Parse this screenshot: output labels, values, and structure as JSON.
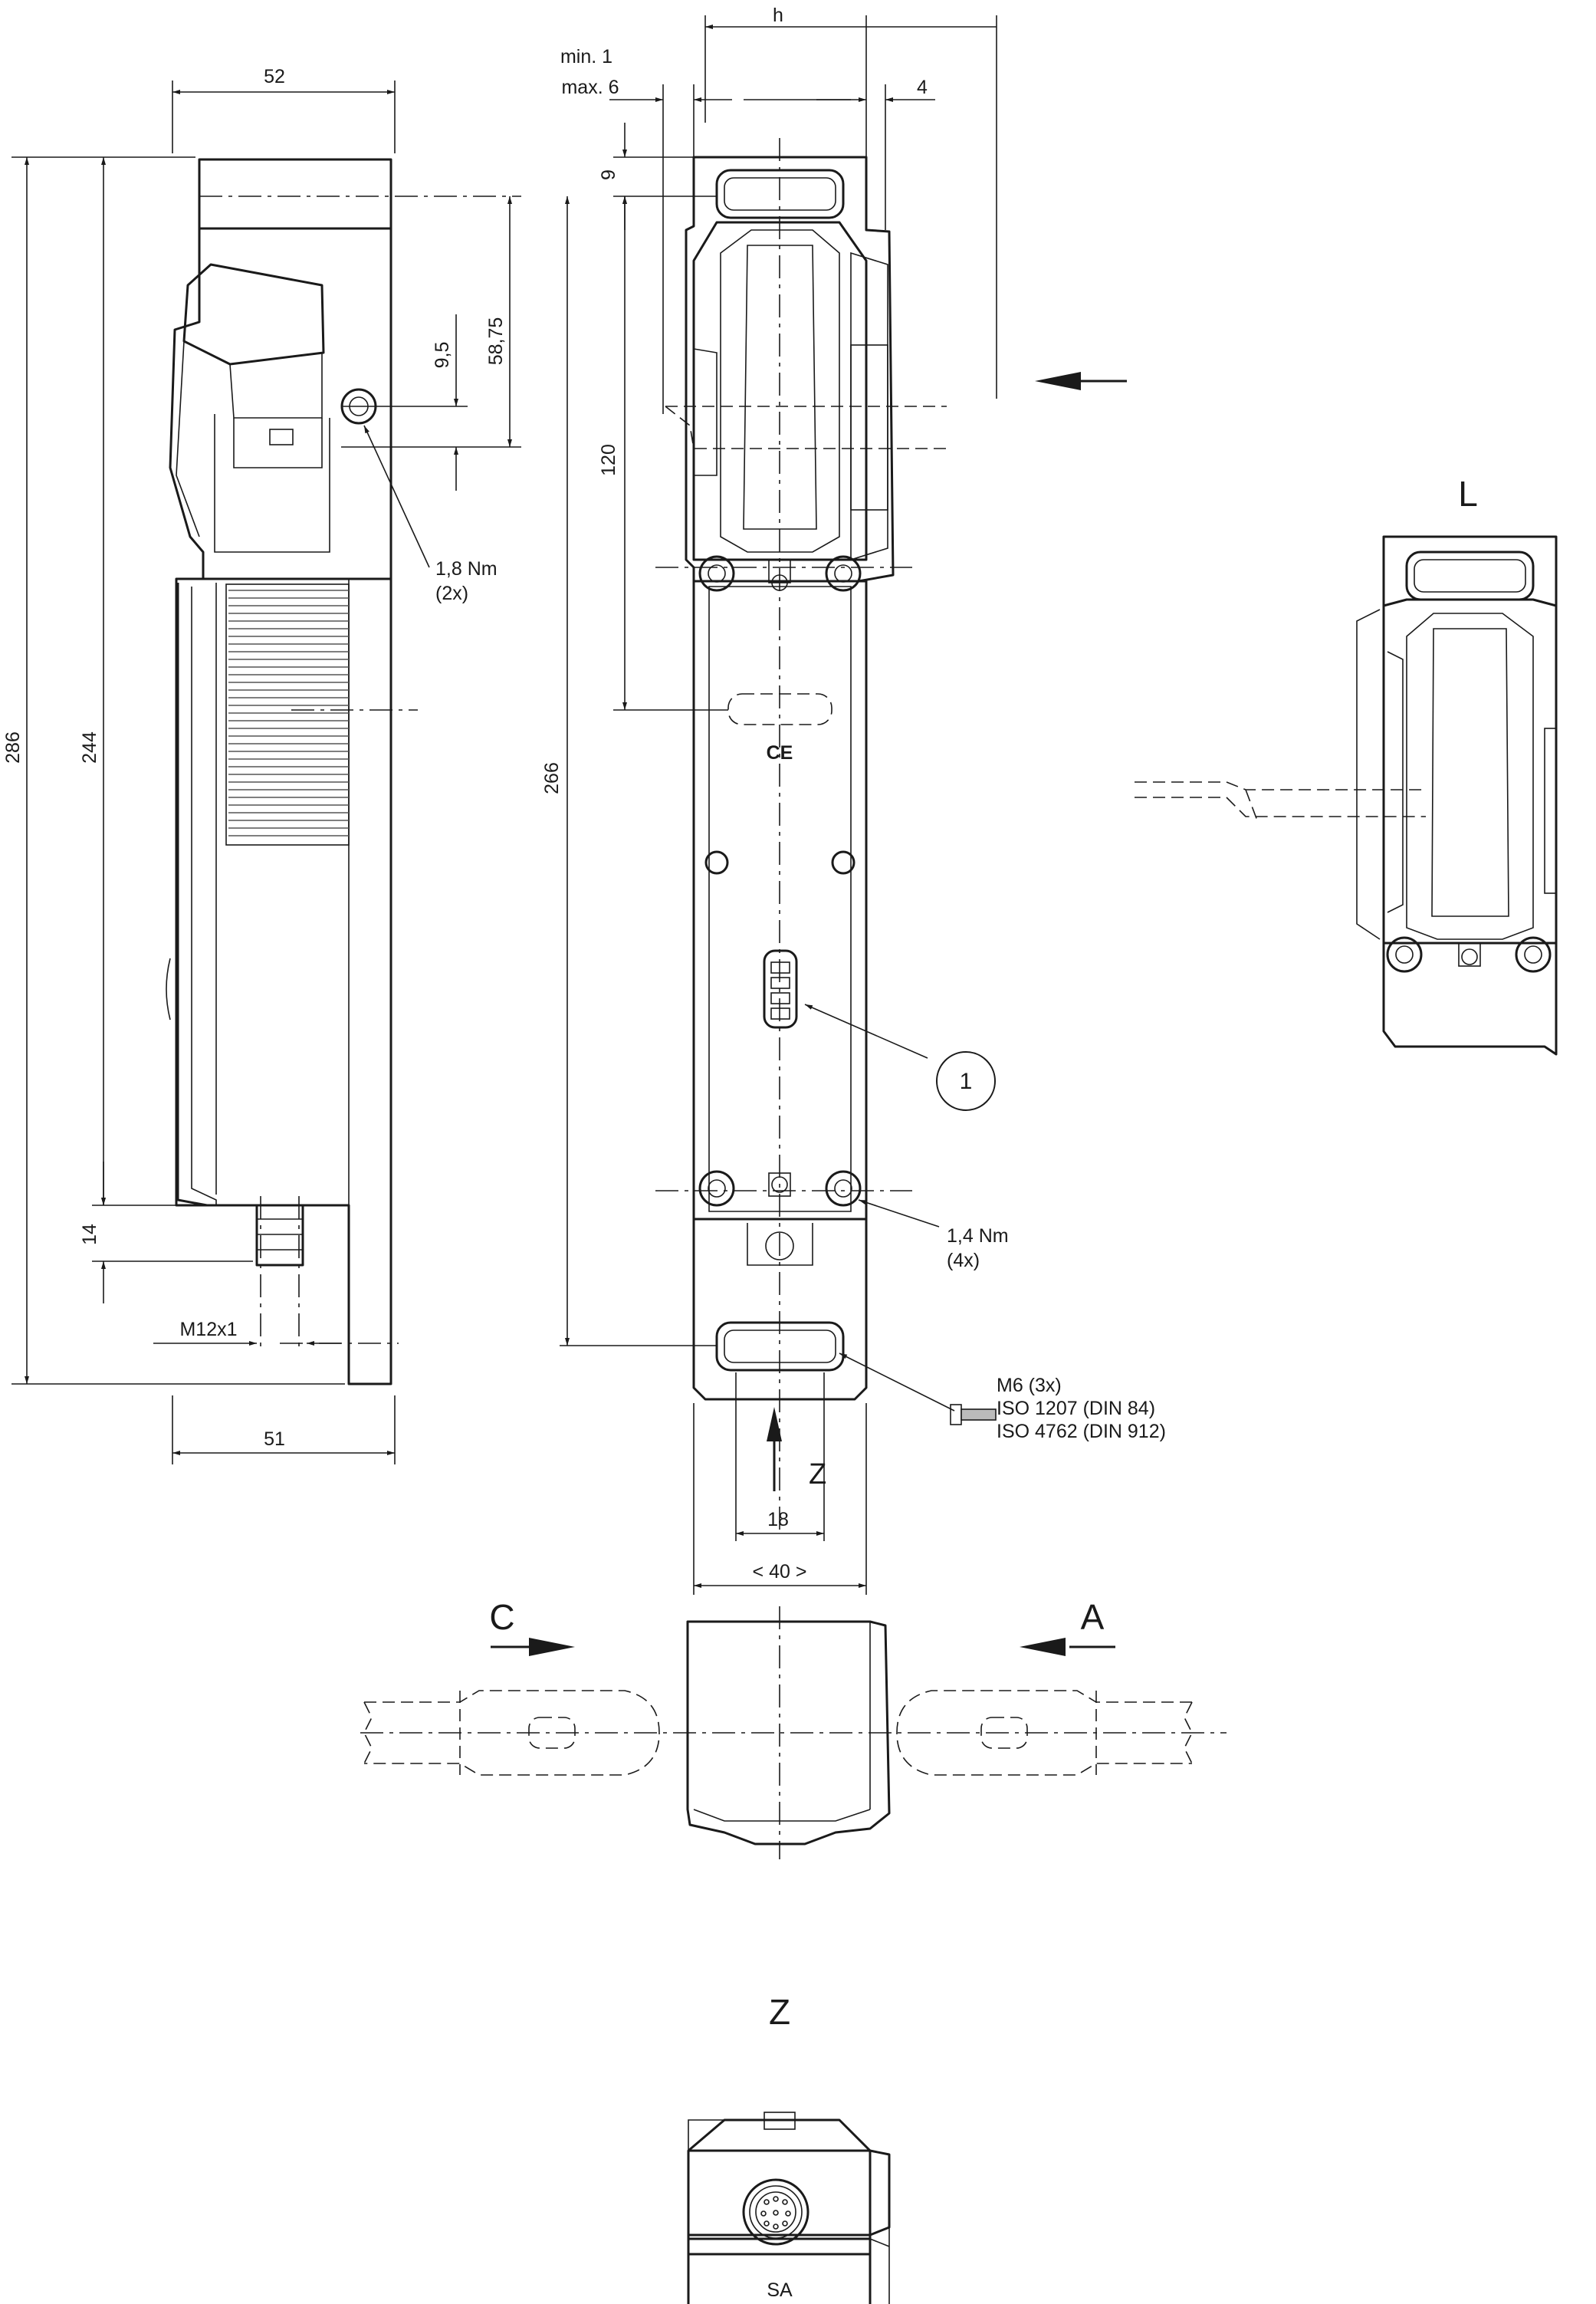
{
  "dimensions": {
    "width_top": "52",
    "width_bottom": "51",
    "total_height": "286",
    "height_244": "244",
    "height_266": "266",
    "height_120": "120",
    "height_58_75": "58,75",
    "height_9_5": "9,5",
    "height_9": "9",
    "height_14": "14",
    "min_gap": "min. 1",
    "max_gap": "max. 6",
    "offset_4": "4",
    "h": "h",
    "width_18": "18",
    "width_40": "< 40 >",
    "thread": "M12x1"
  },
  "annotations": {
    "torque_1": "1,8 Nm",
    "torque_1_count": "(2x)",
    "torque_2": "1,4 Nm",
    "torque_2_count": "(4x)",
    "screw_line1": "M6 (3x)",
    "screw_line2": "ISO 1207 (DIN 84)",
    "screw_line3": "ISO 4762 (DIN 912)",
    "callout_1": "1",
    "ce_mark": "CE"
  },
  "views": {
    "view_l": "L",
    "view_z_arrow": "Z",
    "view_z_title": "Z",
    "view_z_caption": "SA",
    "dir_c": "C",
    "dir_a": "A"
  }
}
